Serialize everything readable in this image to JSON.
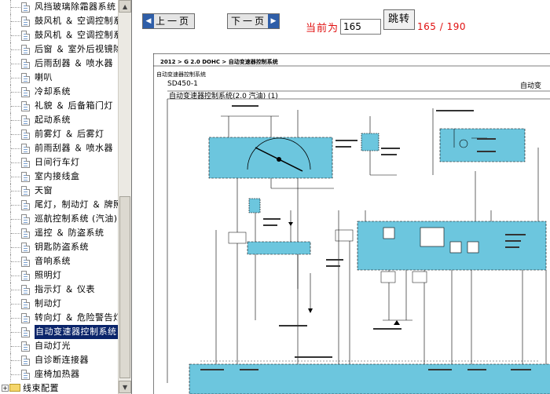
{
  "tree": {
    "items": [
      "风挡玻璃除霜器系统",
      "鼓风机 ＆ 空调控制系",
      "鼓风机 ＆ 空调控制系",
      "后窗 ＆ 室外后视镜除",
      "后雨刮器 ＆ 喷水器",
      "喇叭",
      "冷却系统",
      "礼貌 ＆ 后备箱门灯",
      "起动系统",
      "前雾灯 ＆ 后雾灯",
      "前雨刮器 ＆ 喷水器",
      "日间行车灯",
      "室内接线盒",
      "天窗",
      "尾灯，制动灯 ＆ 牌照",
      "巡航控制系统 (汽油)",
      "遥控 ＆ 防盗系统",
      "钥匙防盗系统",
      "音响系统",
      "照明灯",
      "指示灯 ＆ 仪表",
      "制动灯",
      "转向灯 ＆ 危险警告灯",
      "自动变速器控制系统",
      "自动灯光",
      "自诊断连接器",
      "座椅加热器"
    ],
    "selected_index": 23,
    "folder": {
      "expander": "+",
      "label": "线束配置"
    }
  },
  "nav": {
    "prev_label": "上一页",
    "next_label": "下一页",
    "prev_arrow": "◀",
    "next_arrow": "▶",
    "current_label": "当前为",
    "page_value": "165",
    "go_label": "跳转",
    "page_count": "165 / 190"
  },
  "diagram": {
    "breadcrumb": "2012 > G 2.0 DOHC > 自动变速器控制系统",
    "section": "自动变速器控制系统",
    "code": "SD450-1",
    "code_right": "自动变",
    "title": "自动变速器控制系统(2.0  汽油) (1)"
  },
  "colors": {
    "selection": "#0a246a",
    "diagram_fill": "#6cc6de",
    "highlight_red": "#e01010",
    "nav_arrow": "#2f5ea8"
  },
  "icons": {
    "tree_doc": "document-icon",
    "tree_folder": "folder-icon",
    "scroll_up": "scroll-up-arrow-icon",
    "scroll_down": "scroll-down-arrow-icon"
  }
}
